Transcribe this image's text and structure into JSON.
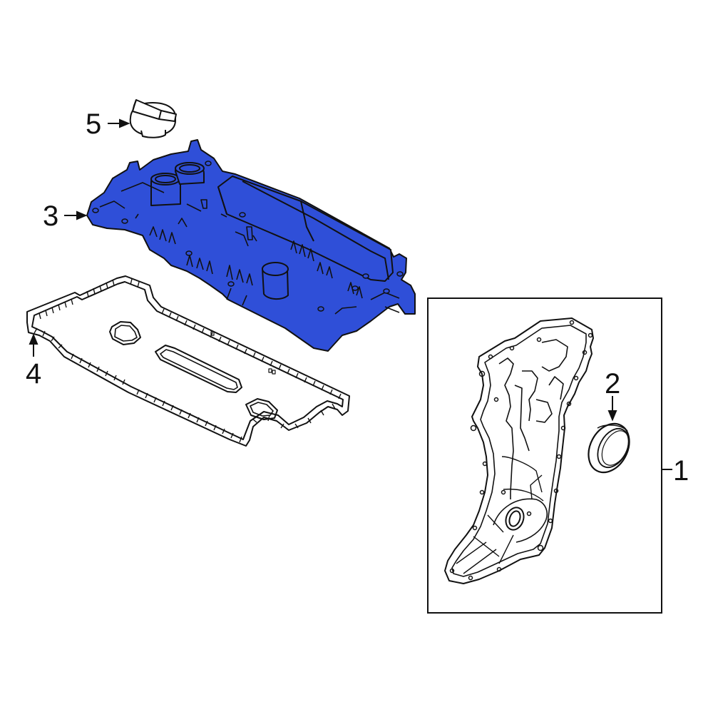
{
  "diagram": {
    "type": "exploded-parts-diagram",
    "colors": {
      "highlight": "#2f4fd8",
      "line": "#111111",
      "background": "#ffffff"
    },
    "parts": [
      {
        "number": "1",
        "label": "1",
        "name": "timing-cover",
        "highlighted": false
      },
      {
        "number": "2",
        "label": "2",
        "name": "front-crankshaft-seal",
        "highlighted": false
      },
      {
        "number": "3",
        "label": "3",
        "name": "valve-cover",
        "highlighted": true
      },
      {
        "number": "4",
        "label": "4",
        "name": "valve-cover-gasket",
        "highlighted": false
      },
      {
        "number": "5",
        "label": "5",
        "name": "oil-filler-cap",
        "highlighted": false
      }
    ]
  }
}
